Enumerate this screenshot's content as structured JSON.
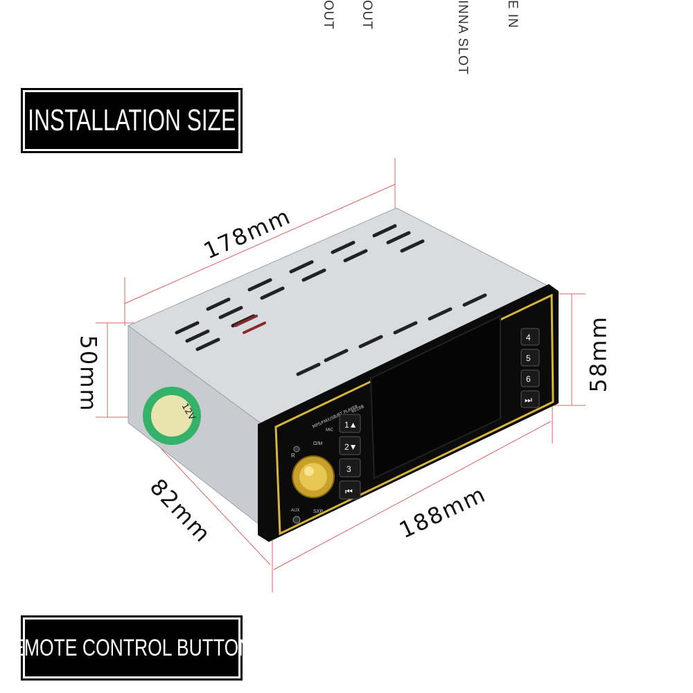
{
  "top_labels": [
    "OUT",
    "OUT",
    "INNA SLOT",
    "E IN"
  ],
  "headings": {
    "installation": "INSTALLATION SIZE",
    "remote": "REMOTE CONTROL BUTTONS"
  },
  "dimensions": {
    "top": "178mm",
    "left_height": "50mm",
    "right_height": "58mm",
    "depth": "82mm",
    "front_width": "188mm"
  },
  "device": {
    "front_label": "MP5/FM/USB/BT PLAYER",
    "model": "4018B",
    "sticker": "12V",
    "left_buttons": [
      "1▲",
      "2▼",
      "3",
      "⏮"
    ],
    "right_buttons": [
      "4",
      "5",
      "6",
      "⏭"
    ],
    "small_labels": [
      "R",
      "MIC",
      "O/M",
      "AUX",
      "SXP"
    ]
  },
  "colors": {
    "accent_gold": "#d8b63a",
    "body_black": "#0b0b0b",
    "chassis_silver": "#d9dcdf",
    "dimension_line": "#e06060"
  }
}
